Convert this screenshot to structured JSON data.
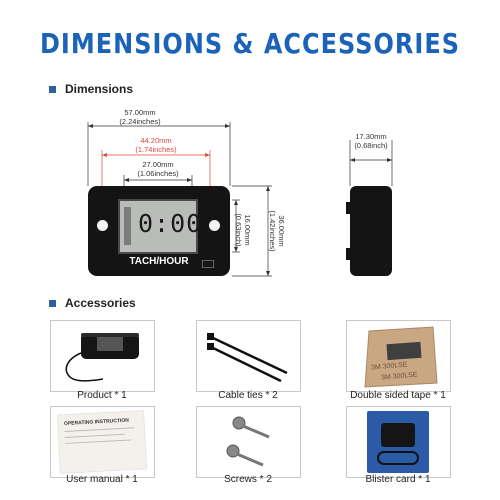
{
  "header": {
    "title": "DIMENSIONS & ACCESSORIES"
  },
  "sections": {
    "dimensions": "Dimensions",
    "accessories": "Accessories"
  },
  "device": {
    "display": "0:00",
    "label": "TACH/HOUR"
  },
  "dimensions": {
    "width": {
      "mm": "57.00mm",
      "in": "(2.24inches)"
    },
    "hole_spacing": {
      "mm": "44.20mm",
      "in": "(1.74inches)"
    },
    "screen_width": {
      "mm": "27.00mm",
      "in": "(1.06inches)"
    },
    "screen_height": {
      "mm": "16.00mm",
      "in": "(0.63inch)"
    },
    "height": {
      "mm": "36.00mm",
      "in": "(1.42inches)"
    },
    "depth": {
      "mm": "17.30mm",
      "in": "(0.68inch)"
    }
  },
  "accessories": [
    {
      "label": "Product * 1"
    },
    {
      "label": "Cable ties * 2"
    },
    {
      "label": "Double sided tape * 1"
    },
    {
      "label": "User manual * 1"
    },
    {
      "label": "Screws * 2"
    },
    {
      "label": "Blister card * 1"
    }
  ],
  "manual": {
    "cover_text": "OPERATING INSTRUCTION"
  },
  "tape": {
    "print": "3M 300LSE"
  },
  "colors": {
    "title": "#1a63b8",
    "bullet": "#2e5f9e",
    "accent_red": "#e0473f",
    "device": "#141414"
  }
}
